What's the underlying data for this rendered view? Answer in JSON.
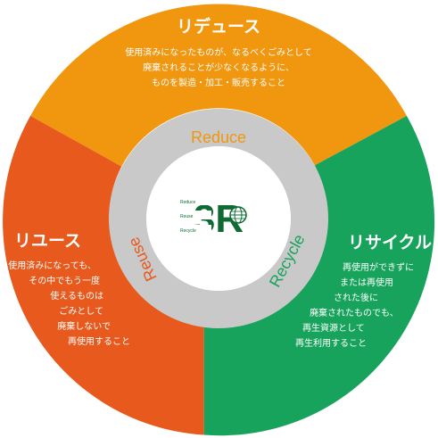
{
  "colors": {
    "reduce": "#f0960f",
    "reuse": "#e7591d",
    "recycle": "#17a35c",
    "logo_green": "#0f6b33",
    "inner_gray": "#c9c9c9"
  },
  "reduce": {
    "title": "リデュース",
    "lines": [
      "使用済みになったものが、なるべくごみとして",
      "廃棄されることが少なくなるように、",
      "ものを製造・加工・販売すること"
    ],
    "ring_label": "Reduce"
  },
  "reuse": {
    "title": "リユース",
    "lines": [
      "使用済みになっても、",
      "その中でもう一度",
      "使えるものは",
      "ごみとして",
      "廃棄しないで",
      "再使用すること"
    ],
    "ring_label": "Reuse"
  },
  "recycle": {
    "title": "リサイクル",
    "lines": [
      "再使用ができずに",
      "または再使用",
      "された後に",
      "廃棄されたものでも、",
      "再生資源として",
      "再生利用すること"
    ],
    "ring_label": "Recycle"
  },
  "logo": {
    "text": "3R",
    "items": [
      "Reduce",
      "Reuse",
      "Recycle"
    ],
    "icon": "globe-icon"
  }
}
